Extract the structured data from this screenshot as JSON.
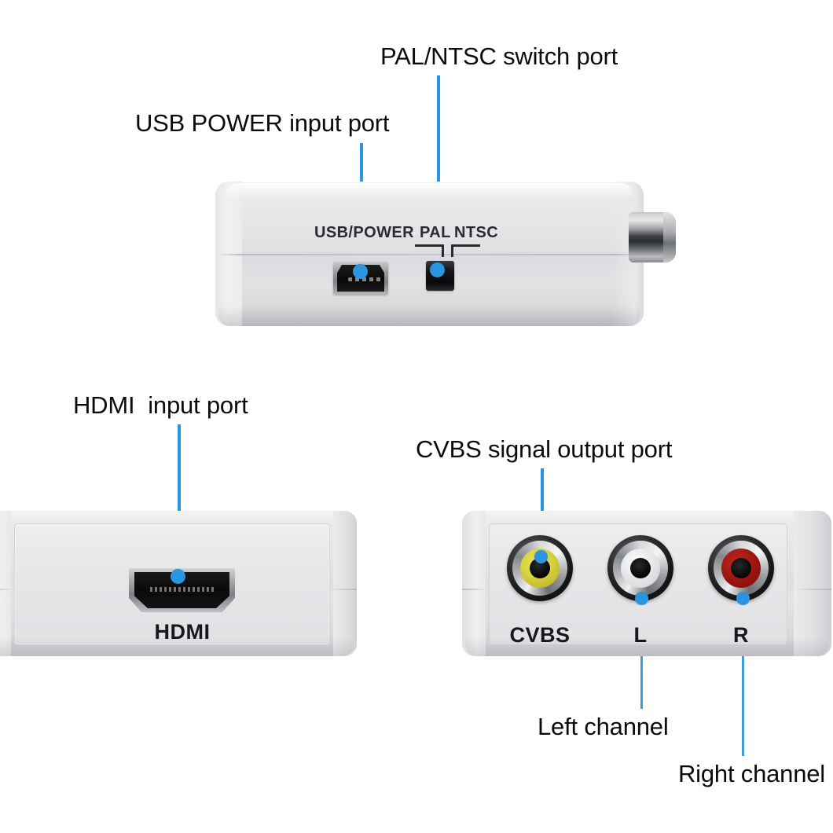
{
  "page": {
    "kind": "product-annotation-diagram",
    "background_color": "#ffffff",
    "accent_color": "#2b95e0"
  },
  "annotations": [
    {
      "id": "pal-ntsc",
      "label": "PAL/NTSC switch port",
      "points_to": "pal-ntsc-switch"
    },
    {
      "id": "usb-power",
      "label": "USB POWER input port",
      "points_to": "mini-usb-port"
    },
    {
      "id": "hdmi-input",
      "label": "HDMI  input port",
      "points_to": "hdmi-port"
    },
    {
      "id": "cvbs-output",
      "label": "CVBS signal output port",
      "points_to": "cvbs-jack"
    },
    {
      "id": "left-channel",
      "label": "Left channel",
      "points_to": "left-jack"
    },
    {
      "id": "right-channel",
      "label": "Right channel",
      "points_to": "right-jack"
    }
  ],
  "devices": {
    "top_face": {
      "name": "converter-side-panel",
      "silkscreen": {
        "usb_power": "USB/POWER",
        "pal": "PAL",
        "ntsc": "NTSC"
      },
      "ports": [
        {
          "name": "mini-usb-port",
          "type": "mini-usb"
        },
        {
          "name": "pal-ntsc-switch",
          "type": "slide-switch"
        },
        {
          "name": "rca-barrel",
          "type": "rca-jack-barrel"
        }
      ]
    },
    "hdmi_face": {
      "name": "converter-hdmi-panel",
      "silkscreen": {
        "hdmi": "HDMI"
      },
      "ports": [
        {
          "name": "hdmi-port",
          "type": "hdmi-type-a"
        }
      ]
    },
    "rca_face": {
      "name": "converter-av-panel",
      "jacks": [
        {
          "name": "cvbs-jack",
          "label": "CVBS",
          "color": "#d6d13d"
        },
        {
          "name": "left-jack",
          "label": "L",
          "color": "#e7e8ea"
        },
        {
          "name": "right-jack",
          "label": "R",
          "color": "#9e1711"
        }
      ]
    }
  }
}
